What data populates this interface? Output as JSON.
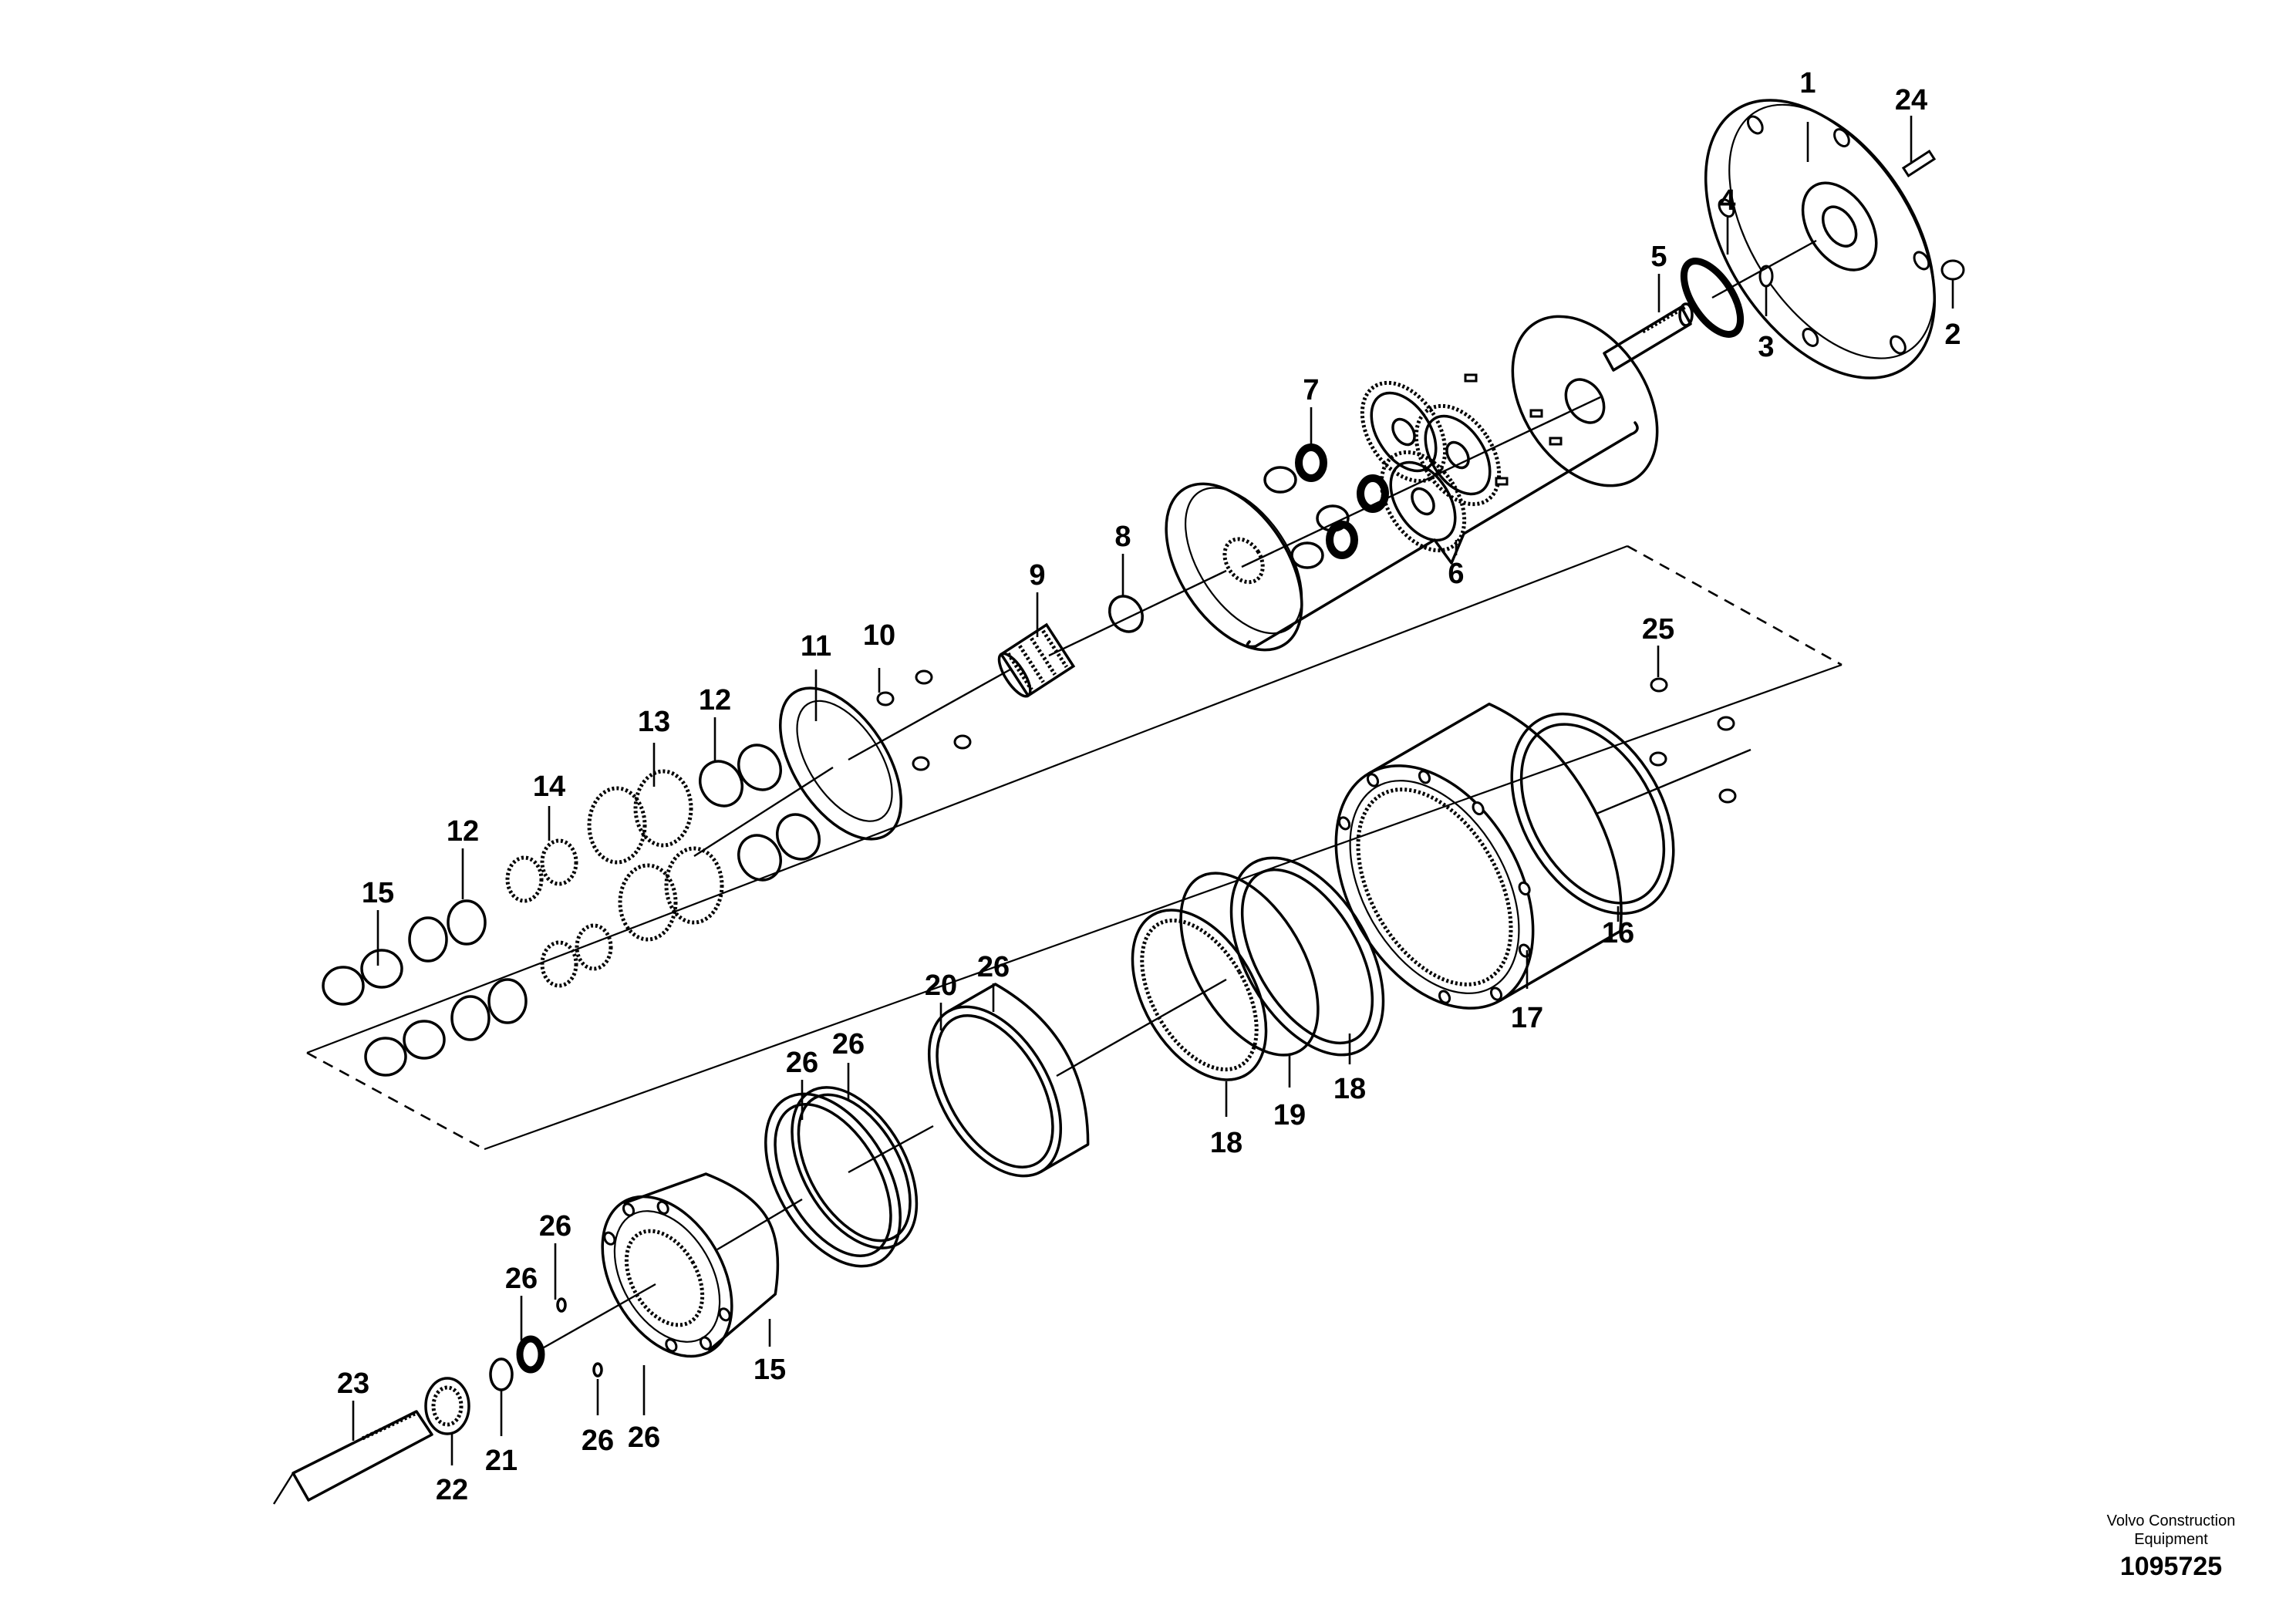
{
  "callouts": [
    {
      "id": "c1",
      "text": "1"
    },
    {
      "id": "c24",
      "text": "24"
    },
    {
      "id": "c4",
      "text": "4"
    },
    {
      "id": "c5",
      "text": "5"
    },
    {
      "id": "c3",
      "text": "3"
    },
    {
      "id": "c2",
      "text": "2"
    },
    {
      "id": "c7",
      "text": "7"
    },
    {
      "id": "c8",
      "text": "8"
    },
    {
      "id": "c9",
      "text": "9"
    },
    {
      "id": "c6",
      "text": "6"
    },
    {
      "id": "c10",
      "text": "10"
    },
    {
      "id": "c11",
      "text": "11"
    },
    {
      "id": "c13",
      "text": "13"
    },
    {
      "id": "c12a",
      "text": "12"
    },
    {
      "id": "c14",
      "text": "14"
    },
    {
      "id": "c12b",
      "text": "12"
    },
    {
      "id": "c15a",
      "text": "15"
    },
    {
      "id": "c25",
      "text": "25"
    },
    {
      "id": "c16",
      "text": "16"
    },
    {
      "id": "c17",
      "text": "17"
    },
    {
      "id": "c18a",
      "text": "18"
    },
    {
      "id": "c18b",
      "text": "18"
    },
    {
      "id": "c19",
      "text": "19"
    },
    {
      "id": "c20",
      "text": "20"
    },
    {
      "id": "c26a",
      "text": "26"
    },
    {
      "id": "c26b",
      "text": "26"
    },
    {
      "id": "c26c",
      "text": "26"
    },
    {
      "id": "c26d",
      "text": "26"
    },
    {
      "id": "c26e",
      "text": "26"
    },
    {
      "id": "c26f",
      "text": "26"
    },
    {
      "id": "c26g",
      "text": "26"
    },
    {
      "id": "c15b",
      "text": "15"
    },
    {
      "id": "c23",
      "text": "23"
    },
    {
      "id": "c22",
      "text": "22"
    },
    {
      "id": "c21",
      "text": "21"
    }
  ],
  "stamp": {
    "brand_line1": "Volvo Construction",
    "brand_line2": "Equipment",
    "drawing_number": "1095725"
  }
}
